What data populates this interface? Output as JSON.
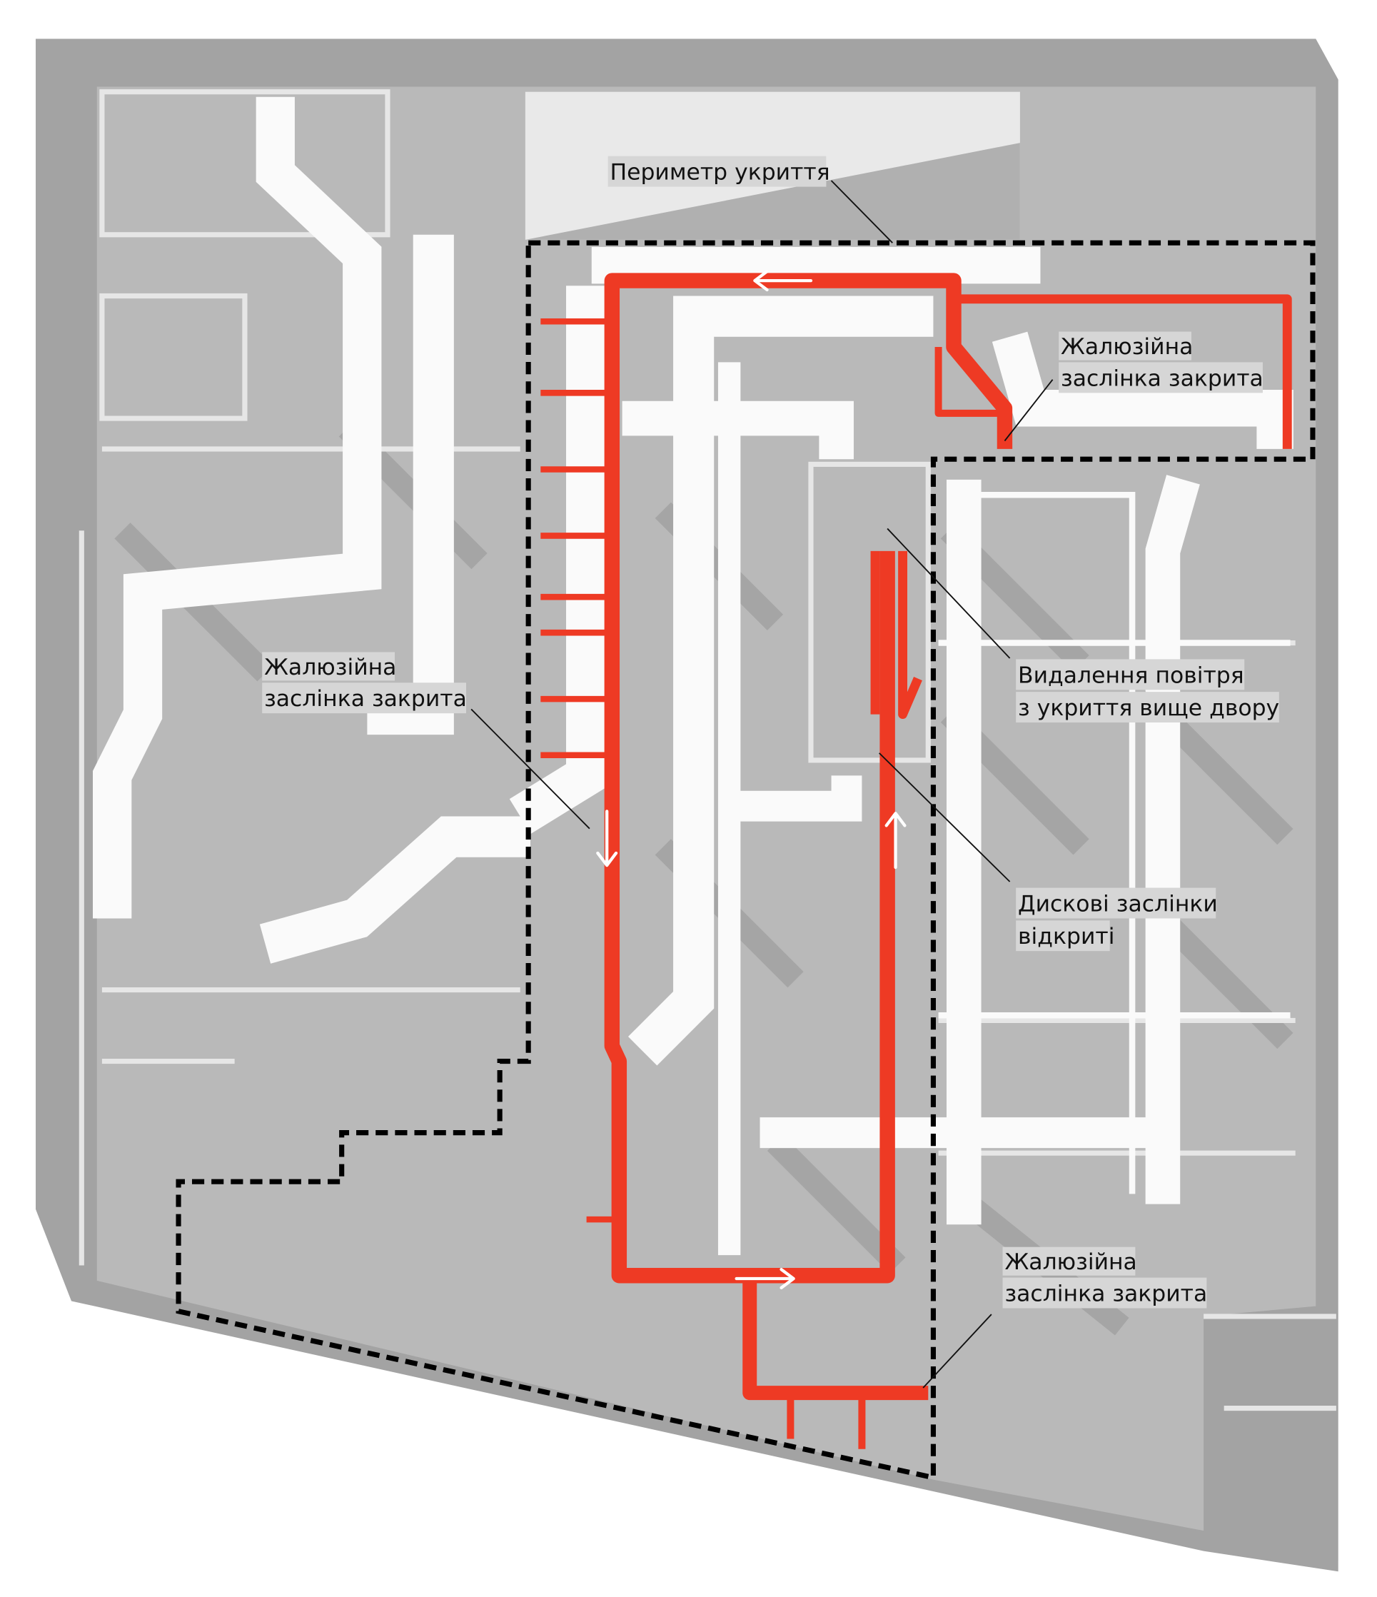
{
  "colors": {
    "background": "#ffffff",
    "building": "#9d9d9d",
    "floor": "#b8b8b8",
    "supply_duct": "#ee3a24",
    "other_duct": "#fafafa",
    "perimeter": "#000000",
    "label_background": "#d6d6d6"
  },
  "labels": {
    "perimeter": "Периметр укриття",
    "louver_top": [
      "Жалюзійна",
      "заслінка закрита"
    ],
    "louver_left": [
      "Жалюзійна",
      "заслінка закрита"
    ],
    "exhaust": [
      "Видалення повітря",
      "з укриття вище двору"
    ],
    "disc_valves": [
      "Дискові заслінки",
      "відкриті"
    ],
    "louver_bottom": [
      "Жалюзійна",
      "заслінка закрита"
    ]
  },
  "flow_arrows": [
    {
      "segment": "top",
      "direction": "left"
    },
    {
      "segment": "left",
      "direction": "down"
    },
    {
      "segment": "right",
      "direction": "up"
    },
    {
      "segment": "bottom",
      "direction": "right"
    }
  ]
}
